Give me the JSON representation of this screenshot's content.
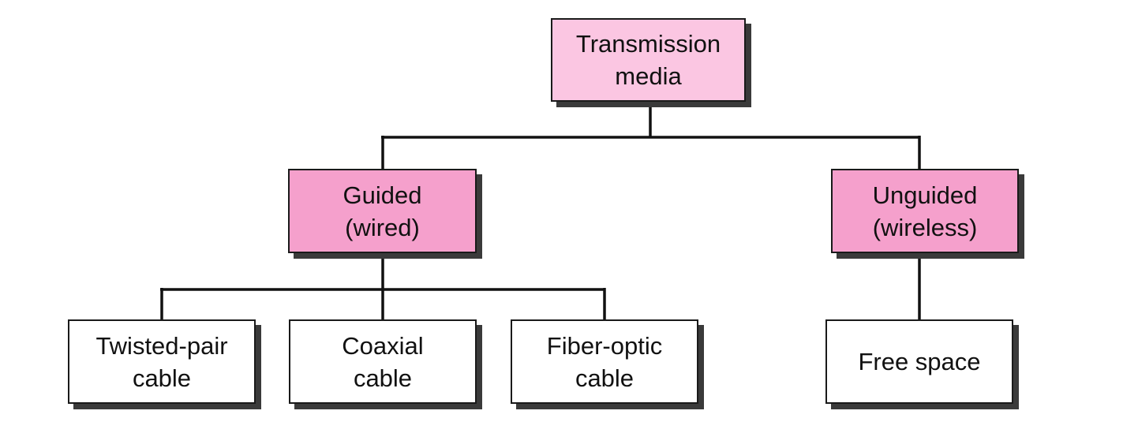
{
  "colors": {
    "root_fill": "#fbc6e2",
    "category_fill": "#f5a0cc",
    "leaf_fill": "#ffffff",
    "border": "#1a1a1a",
    "shadow": "#3a3a3a",
    "connector": "#111111"
  },
  "nodes": {
    "root": {
      "lines": [
        "Transmission",
        "media"
      ]
    },
    "guided": {
      "lines": [
        "Guided",
        "(wired)"
      ]
    },
    "unguided": {
      "lines": [
        "Unguided",
        "(wireless)"
      ]
    },
    "twisted_pair": {
      "lines": [
        "Twisted-pair",
        "cable"
      ]
    },
    "coaxial": {
      "lines": [
        "Coaxial",
        "cable"
      ]
    },
    "fiber_optic": {
      "lines": [
        "Fiber-optic",
        "cable"
      ]
    },
    "free_space": {
      "lines": [
        "Free space"
      ]
    }
  },
  "edges": [
    {
      "from": "root",
      "to": "guided"
    },
    {
      "from": "root",
      "to": "unguided"
    },
    {
      "from": "guided",
      "to": "twisted_pair"
    },
    {
      "from": "guided",
      "to": "coaxial"
    },
    {
      "from": "guided",
      "to": "fiber_optic"
    },
    {
      "from": "unguided",
      "to": "free_space"
    }
  ]
}
